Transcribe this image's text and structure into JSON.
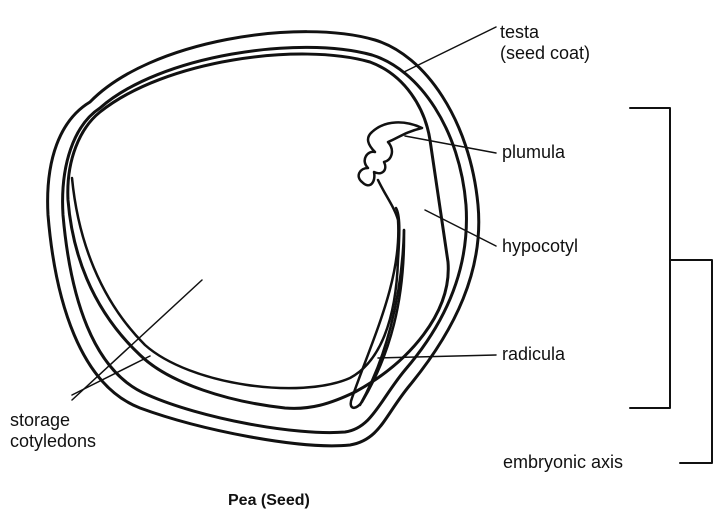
{
  "labels": {
    "testa_line1": "testa",
    "testa_line2": "(seed coat)",
    "plumula": "plumula",
    "hypocotyl": "hypocotyl",
    "radicula": "radicula",
    "storage_line1": "storage",
    "storage_line2": "cotyledons",
    "embryonic_axis": "embryonic axis"
  },
  "title": "Pea (Seed)",
  "colors": {
    "ink": "#111111",
    "background": "#ffffff"
  }
}
